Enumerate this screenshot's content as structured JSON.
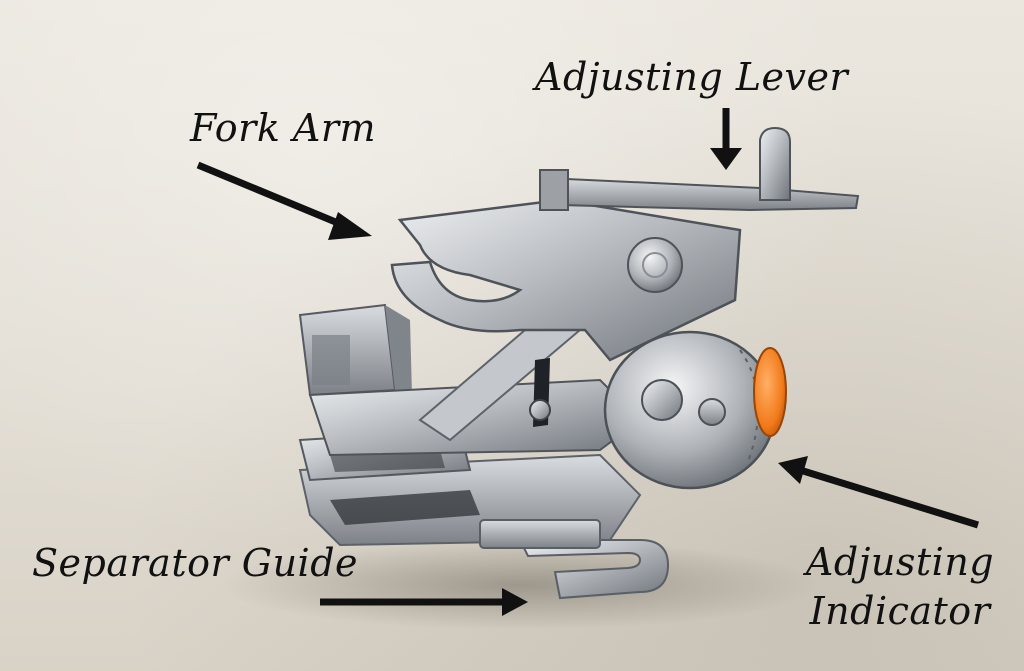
{
  "callouts": {
    "adjusting_lever": "Adjusting Lever",
    "fork_arm": "Fork Arm",
    "separator_guide": "Separator Guide",
    "adjusting_indicator_line1": "Adjusting",
    "adjusting_indicator_line2": "Indicator"
  },
  "colors": {
    "background": "#e6e1d8",
    "metal": "#b9bcc0",
    "adjusting_dial": "#f27a1a",
    "arrow": "#111111",
    "label_text": "#111111"
  }
}
